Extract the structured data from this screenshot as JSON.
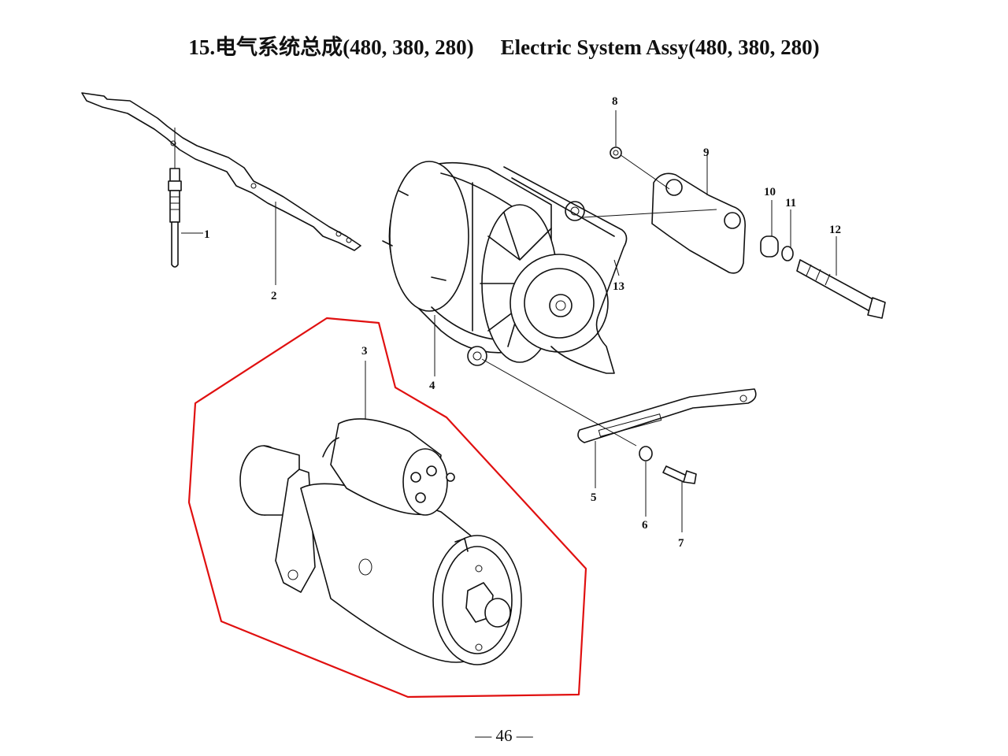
{
  "title": {
    "zh": "15.电气系统总成(480, 380, 280)",
    "en": "Electric System Assy(480, 380, 280)"
  },
  "callouts": [
    "1",
    "2",
    "3",
    "4",
    "5",
    "6",
    "7",
    "8",
    "9",
    "10",
    "11",
    "12",
    "13"
  ],
  "page_number": "— 46 —",
  "highlight_color": "#e01010"
}
